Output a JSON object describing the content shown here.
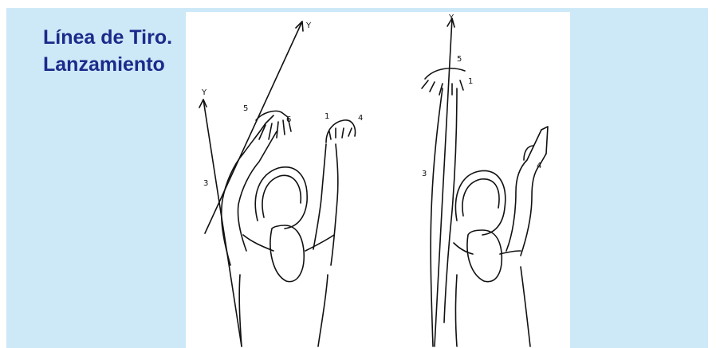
{
  "slide": {
    "title_line1": "Línea de Tiro.",
    "title_line2": "Lanzamiento",
    "title_color": "#1c2a8a",
    "background_color": "#cde9f8"
  },
  "figure": {
    "left_drawing": {
      "axis_labels": [
        "Y",
        "Y"
      ],
      "point_labels": [
        "3",
        "5",
        "6",
        "1",
        "4"
      ]
    },
    "right_drawing": {
      "axis_labels": [
        "Y"
      ],
      "point_labels": [
        "5",
        "1",
        "3",
        "4"
      ]
    }
  }
}
